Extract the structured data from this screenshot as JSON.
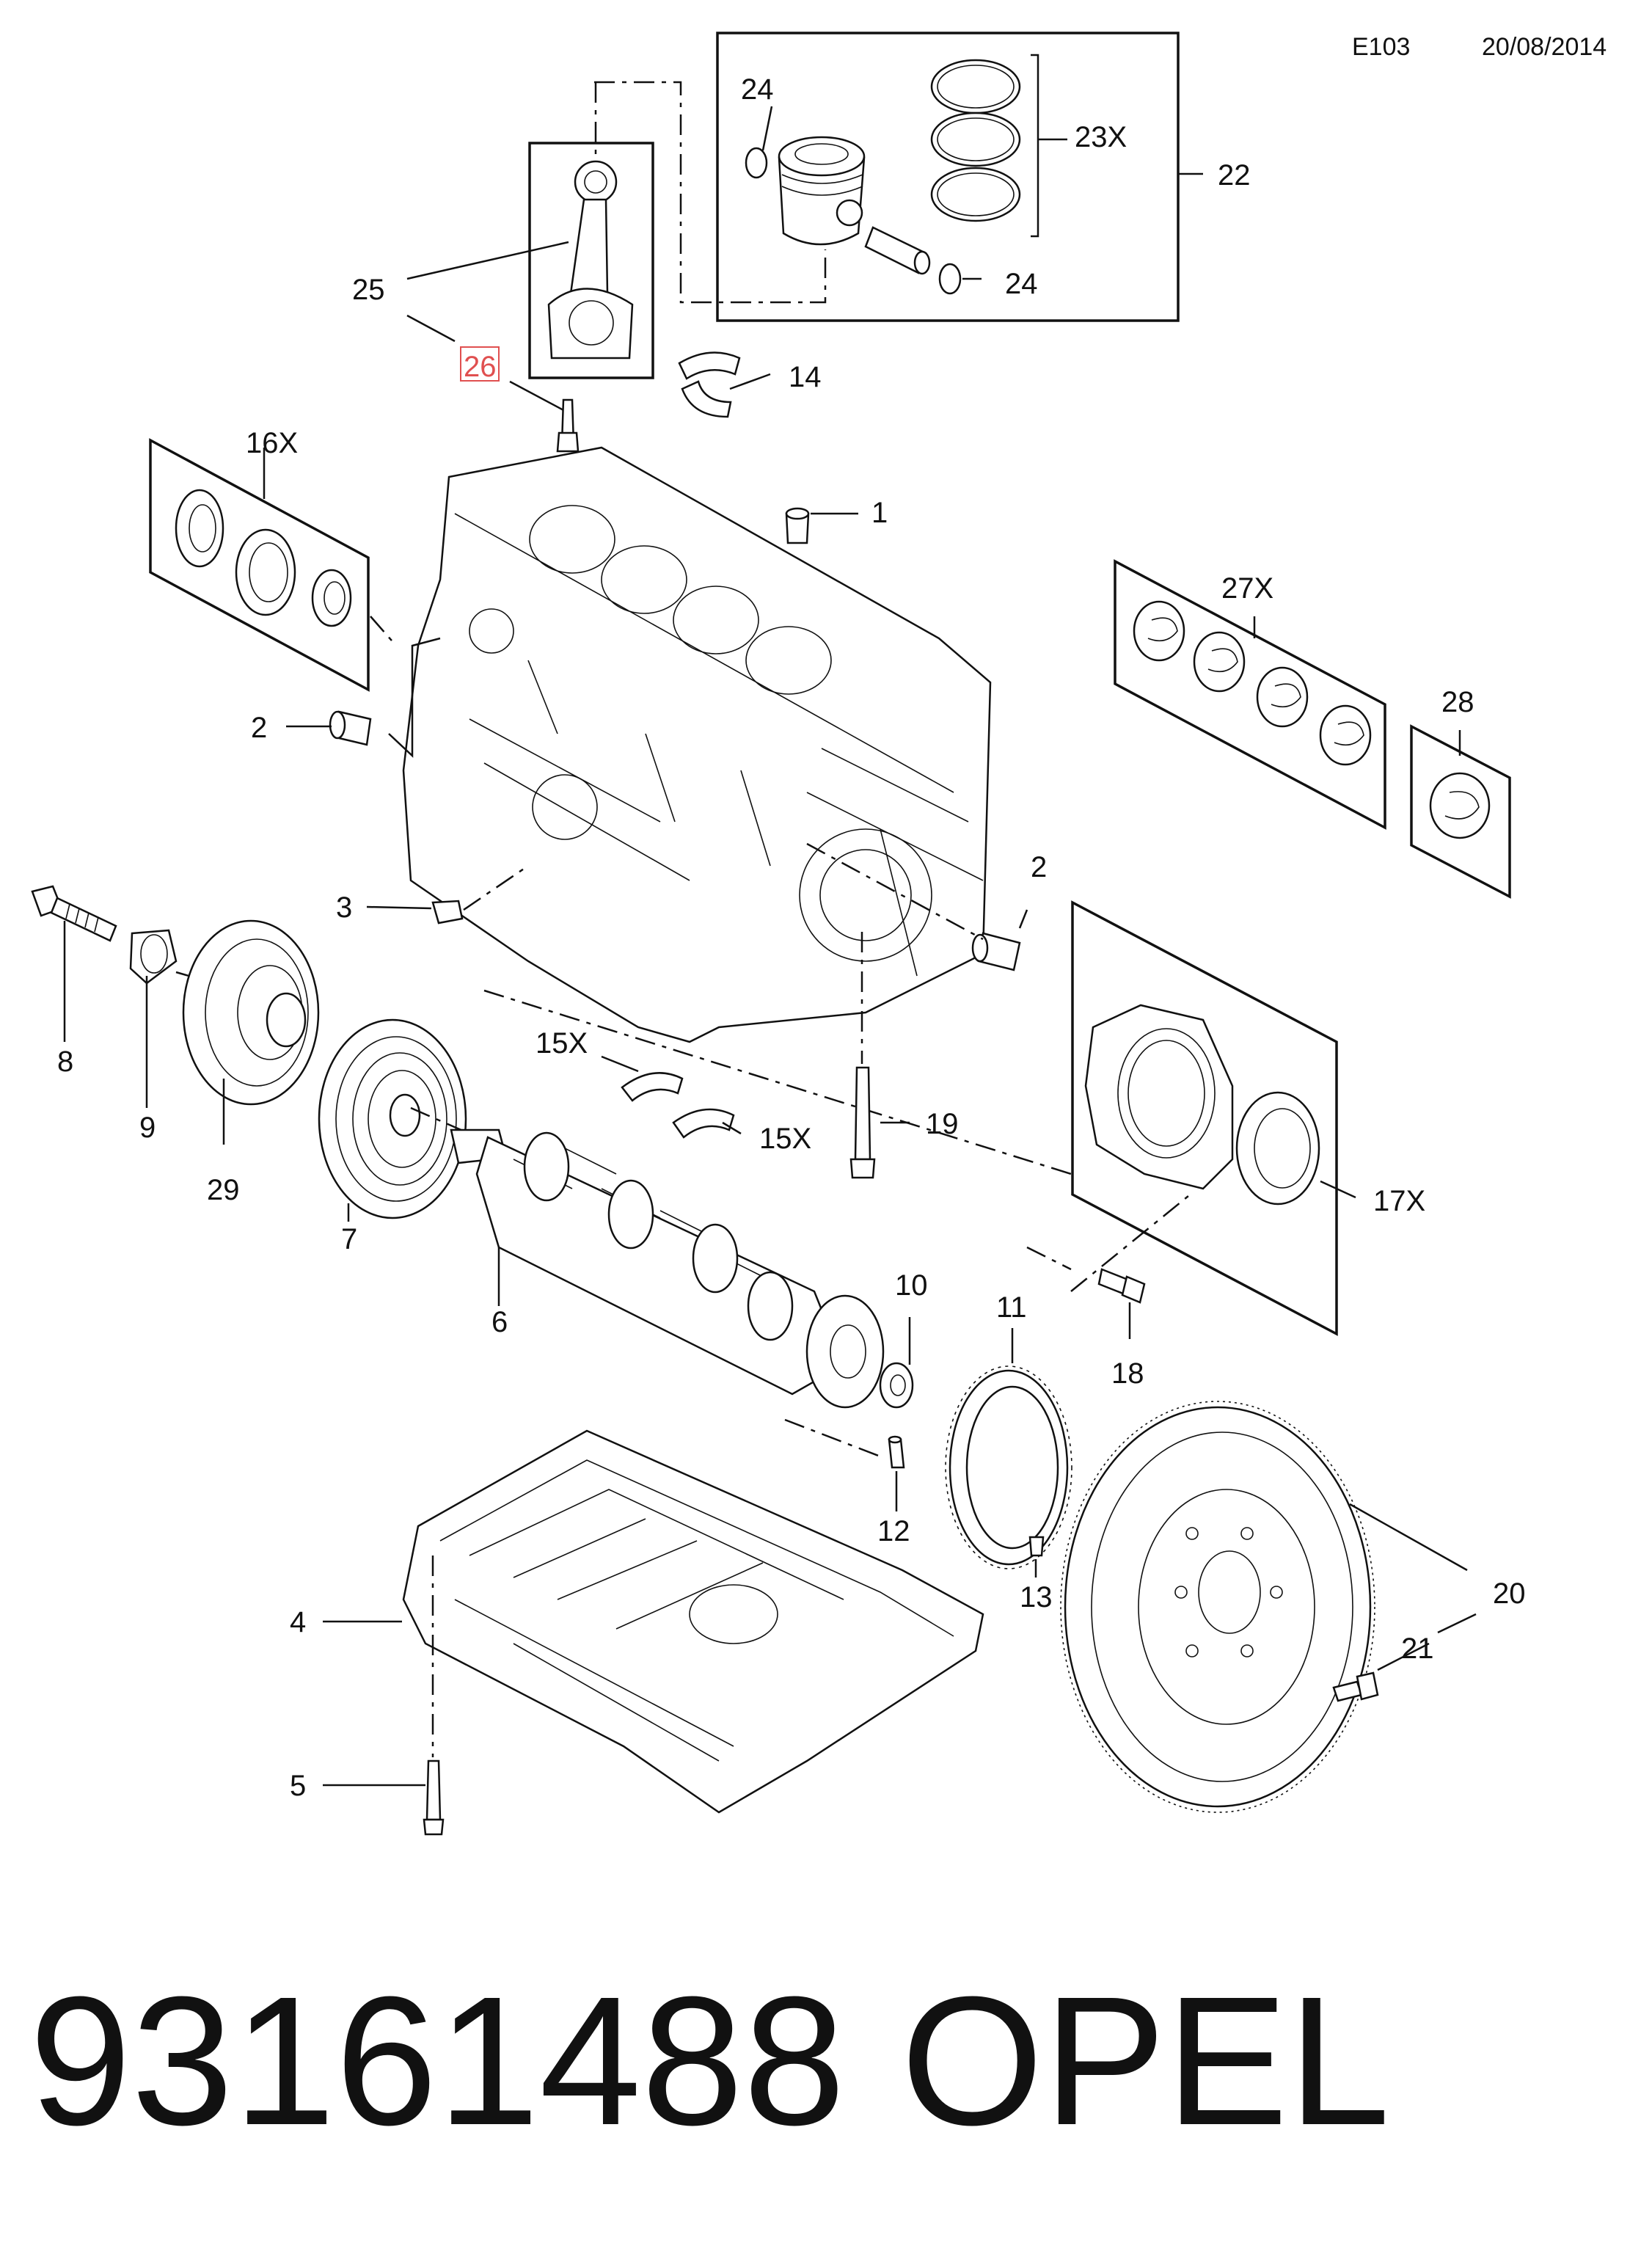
{
  "header": {
    "page_code": "E103",
    "date": "20/08/2014"
  },
  "footer": {
    "part_number": "93161488",
    "brand": "OPEL"
  },
  "highlight_color": "#e05050",
  "callouts": {
    "c1": "1",
    "c2a": "2",
    "c2b": "2",
    "c3": "3",
    "c4": "4",
    "c5": "5",
    "c6": "6",
    "c7": "7",
    "c8": "8",
    "c9": "9",
    "c10": "10",
    "c11": "11",
    "c12": "12",
    "c13": "13",
    "c14": "14",
    "c15a": "15X",
    "c15b": "15X",
    "c16": "16X",
    "c17": "17X",
    "c18": "18",
    "c19": "19",
    "c20": "20",
    "c21": "21",
    "c22": "22",
    "c23": "23X",
    "c24a": "24",
    "c24b": "24",
    "c25": "25",
    "c26": "26",
    "c27": "27X",
    "c28": "28",
    "c29": "29"
  }
}
